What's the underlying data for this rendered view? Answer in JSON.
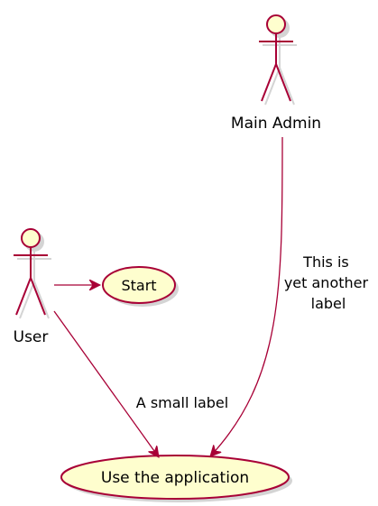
{
  "diagram": {
    "actors": {
      "main_admin": {
        "label": "Main Admin"
      },
      "user": {
        "label": "User"
      }
    },
    "use_cases": {
      "start": {
        "label": "Start"
      },
      "use_app": {
        "label": "Use the application"
      }
    },
    "edges": {
      "admin_to_app": {
        "label_lines": [
          "This is",
          "yet another",
          "label"
        ]
      },
      "user_to_app": {
        "label": "A small label"
      }
    },
    "colors": {
      "actor_fill": "#FEFECE",
      "actor_stroke": "#A80036",
      "usecase_fill": "#FEFECE",
      "usecase_stroke": "#A80036",
      "edge_stroke": "#A80036",
      "shadow": "#D4D4D4"
    }
  }
}
